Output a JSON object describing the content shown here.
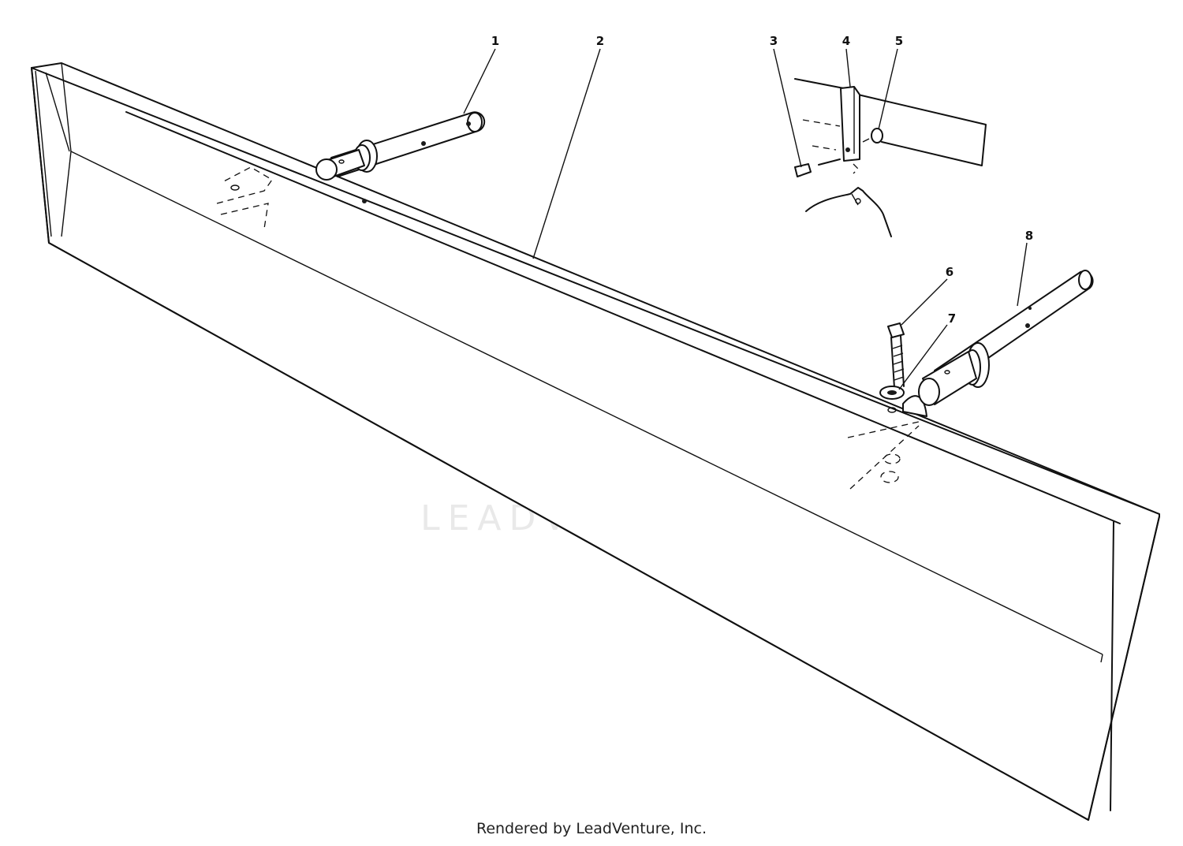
{
  "callouts": [
    "1",
    "2",
    "3",
    "4",
    "5",
    "6",
    "7",
    "8"
  ],
  "watermark": "LEADVENTURE",
  "footer": "Rendered by LeadVenture, Inc.",
  "colors": {
    "ink": "#111111",
    "watermark": "#e9e9e9",
    "background": "#ffffff"
  }
}
